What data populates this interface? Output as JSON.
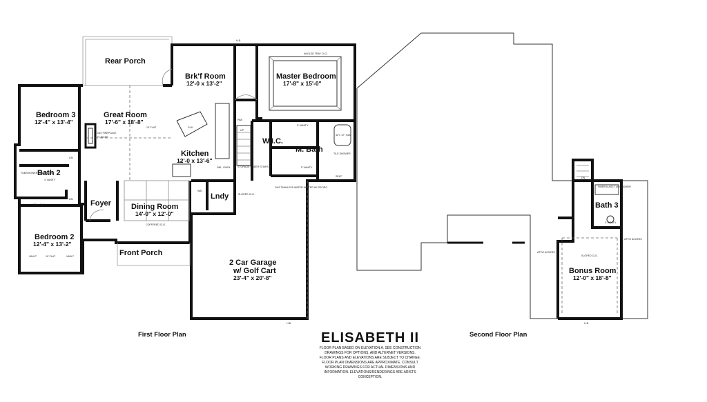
{
  "title": "ELISABETH II",
  "disclaimer": [
    "FLOOR PLAN BASED ON ELEVATION A. SEE CONSTRUCTION",
    "DRAWINGS FOR OPTIONS, AND ALTERNET VERSIONS.",
    "FLOOR PLANS AND ELEVATIONS ARE SUBJECT TO CHANGE.",
    "FLOOR PLAN DIMENSIONS ARE APPROXIMATE. CONSULT",
    "WORKING DRAWINGS FOR ACTUAL DIMENSIONS AND",
    "INFORMATION. ELEVATIONS/RENDERINGS ARE ARISTS",
    "CONCEPTION."
  ],
  "captions": {
    "first": "First Floor Plan",
    "second": "Second Floor Plan"
  },
  "rooms": {
    "rear_porch": {
      "name": "Rear Porch"
    },
    "brkf": {
      "name": "Brk'f Room",
      "dim": "12'-0 x 13'-2\""
    },
    "master": {
      "name": "Master Bedroom",
      "dim": "17'-8\" x 15'-0\""
    },
    "bedroom3": {
      "name": "Bedroom 3",
      "dim": "12'-4\" x 13'-4\""
    },
    "great": {
      "name": "Great Room",
      "dim": "17'-6\" x 18'-8\""
    },
    "wic": {
      "name": "W.I.C."
    },
    "mbath": {
      "name": "M. Bath"
    },
    "kitchen": {
      "name": "Kitchen",
      "dim": "12'-0 x 13'-6\""
    },
    "bath2": {
      "name": "Bath 2"
    },
    "foyer": {
      "name": "Foyer"
    },
    "lndy": {
      "name": "Lndy"
    },
    "dining": {
      "name": "Dining Room",
      "dim": "14'-0\" x 12'-0\""
    },
    "bedroom2": {
      "name": "Bedroom 2",
      "dim": "12'-4\" x 13'-2\""
    },
    "front_porch": {
      "name": "Front Porch"
    },
    "garage": {
      "name": "2 Car Garage",
      "name2": "w/ Golf Cart",
      "dim": "23'-4\" x 20'-8\""
    },
    "bath3": {
      "name": "Bath 3"
    },
    "bonus": {
      "name": "Bonus Room",
      "dim": "12'-0\" x 18'-8\""
    }
  },
  "notes": {
    "vault": "VAULT",
    "flat": "10' FLAT",
    "flat2": "10' FLAT",
    "angled_tray": "ANGLED TRAY CLG.",
    "coffered": "COFFERED CLG.",
    "vanity5": "5' VANITY",
    "vanity5b": "5' VANITY",
    "vanity3": "3' VANITY",
    "tub_shower": "TUB/SHOWER FIBERGLASS",
    "tile_shower": "TILE SHOWER",
    "seat": "SEAT",
    "tub": "42\"x 72\" TUB",
    "storage": "STORAGE UNDER STAIRS",
    "sloped": "SLOPED CLG.",
    "sloped2": "SLOPED CLG.",
    "gas_water": "GAS TANKLESS WATER HEATER W/ RECIRC.",
    "attic1": "ATTIC ACCESS",
    "attic2": "ATTIC ACCESS",
    "fiberglass3": "FIBERGLASS TUB/SHOWER",
    "dn": "DN",
    "up": "UP",
    "dbl_oven": "DBL. OVEN",
    "dbl_oven2": "DBL. OVEN",
    "ref": "REF",
    "dw": "D.W.",
    "pantry": "PAN",
    "linen": "LIN",
    "lin2": "LIN",
    "fp": "GAS FIREPLACE",
    "tv": "TV NICHE",
    "wd": "W/D",
    "hb1": "H.B.",
    "hb2": "H.B.",
    "hb3": "H.B.",
    "vanity3b": "3' VANITY"
  }
}
